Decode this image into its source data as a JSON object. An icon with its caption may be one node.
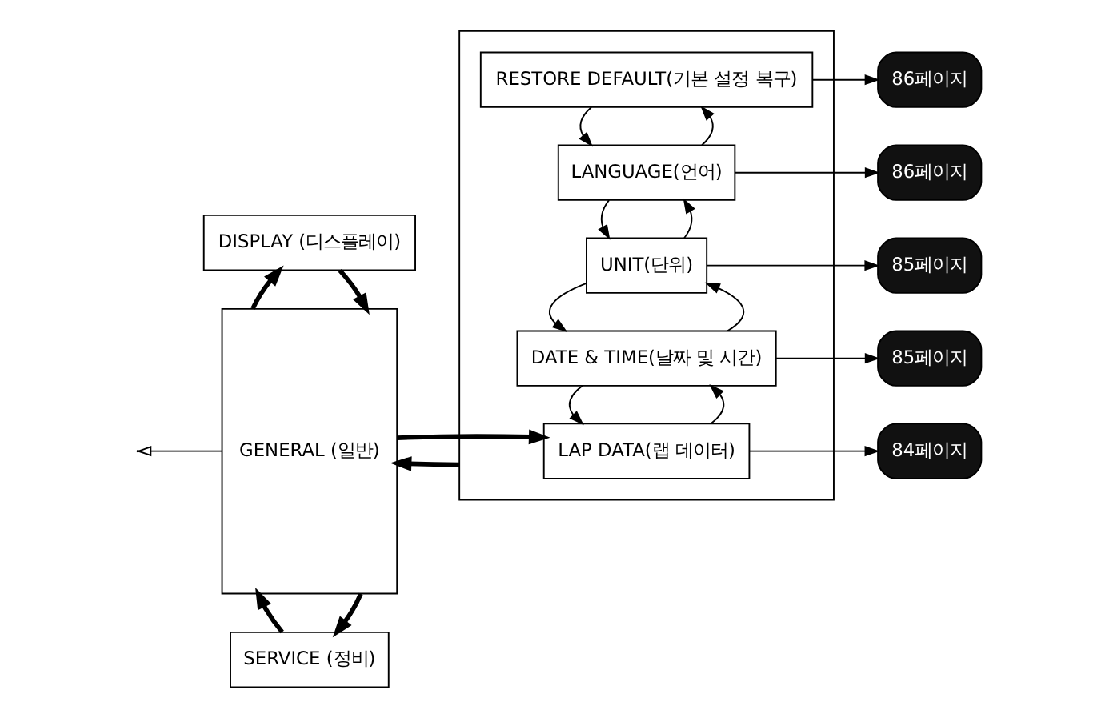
{
  "diagram": {
    "nodes": [
      {
        "text": [
          "DISPLAY (디스플레이)"
        ]
      },
      {
        "text": [
          "GENERAL (일반)"
        ]
      },
      {
        "text": [],
        "shape": "box"
      },
      {
        "text": [
          "LAP DATA(랩 데이터)"
        ],
        "in": 2
      },
      {
        "text": [
          "DATE & TIME(날짜 및 시간)"
        ],
        "in": 2
      },
      {
        "text": [
          "UNIT(단위)"
        ],
        "in": 2
      },
      {
        "text": [
          "LANGUAGE(언어)"
        ],
        "in": 2
      },
      {
        "text": [
          "RESTORE DEFAULT(기본 설정 복구)"
        ],
        "in": 2
      },
      {
        "text": [
          "84페이지"
        ]
      },
      {
        "text": [
          "85페이지"
        ]
      },
      {
        "text": [
          "85페이지"
        ]
      },
      {
        "text": [
          "86페이지"
        ]
      },
      {
        "text": [
          "86페이지"
        ]
      },
      {
        "text": [
          "SERVICE (정비)"
        ]
      }
    ],
    "edges": [
      {
        "from": 0,
        "to": 1,
        "arrow": "to",
        "style": "thick"
      },
      {
        "from": 1,
        "to": 0,
        "arrow": "to",
        "style": "thick"
      },
      {
        "from": 1,
        "to": 3,
        "arrow": "to",
        "style": "thick"
      },
      {
        "from": 2,
        "to": 1,
        "arrow": "to",
        "style": "thick"
      },
      {
        "from": 1,
        "to": 13,
        "arrow": "to",
        "style": "thick"
      },
      {
        "from": 13,
        "to": 1,
        "arrow": "to",
        "style": "thick"
      },
      {
        "from": 1,
        "to": null,
        "arrow": "to"
      },
      {
        "from": 3,
        "to": 4,
        "arrow": "to"
      },
      {
        "from": 4,
        "to": 3,
        "arrow": "to"
      },
      {
        "from": 4,
        "to": 5,
        "arrow": "to"
      },
      {
        "from": 5,
        "to": 4,
        "arrow": "to"
      },
      {
        "from": 5,
        "to": 6,
        "arrow": "to"
      },
      {
        "from": 6,
        "to": 5,
        "arrow": "to"
      },
      {
        "from": 6,
        "to": 7,
        "arrow": "to"
      },
      {
        "from": 7,
        "to": 6,
        "arrow": "to"
      },
      {
        "from": 3,
        "to": 8,
        "arrow": "to"
      },
      {
        "from": 4,
        "to": 9,
        "arrow": "to"
      },
      {
        "from": 5,
        "to": 10,
        "arrow": "to"
      },
      {
        "from": 6,
        "to": 11,
        "arrow": "to"
      },
      {
        "from": 7,
        "to": 12,
        "arrow": "to"
      }
    ]
  }
}
